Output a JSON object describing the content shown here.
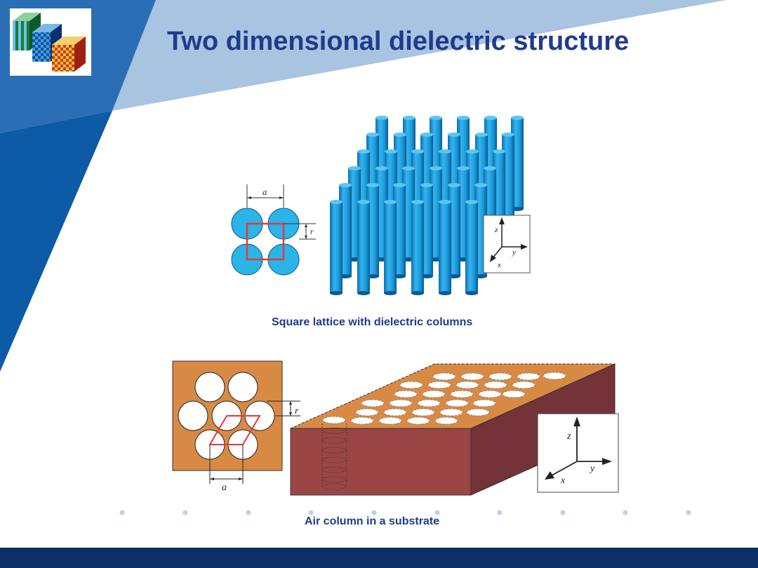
{
  "slide": {
    "title": "Two dimensional dielectric structure",
    "logo_icon": "layered-cubes-icon",
    "colors": {
      "title": "#1f3b8c",
      "dark_blue": "#0d3a7a",
      "mid_blue": "#2a6fb5",
      "light_blue": "#a9c4e0",
      "footer": "#0a2f66",
      "cylinder": "#1a9ad9",
      "substrate_top": "#d88a45",
      "substrate_front": "#9c4545",
      "lattice_cell": "#e53935"
    }
  },
  "figure1": {
    "label_a": "a",
    "label_r": "r",
    "axis_z": "z",
    "axis_y": "y",
    "axis_x": "x",
    "caption": "Square lattice with dielectric columns"
  },
  "figure2": {
    "label_a": "a",
    "label_r": "r",
    "axis_z": "z",
    "axis_y": "y",
    "axis_x": "x",
    "caption": "Air column in a substrate"
  }
}
